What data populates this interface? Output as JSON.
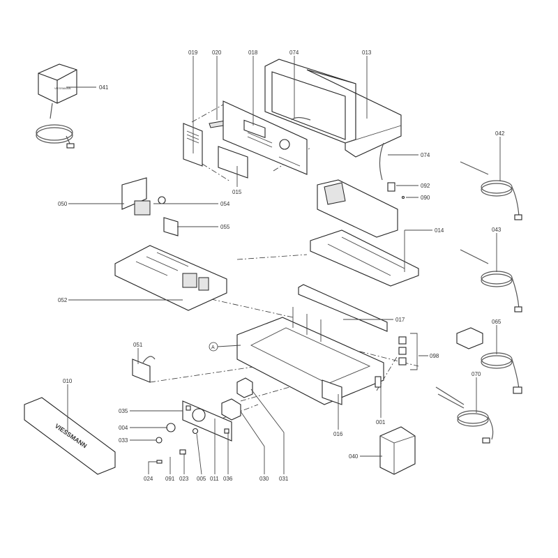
{
  "diagram": {
    "brand": "VIESSMANN",
    "labels": {
      "p041": "041",
      "p019": "019",
      "p020": "020",
      "p018": "018",
      "p074a": "074",
      "p013": "013",
      "p074b": "074",
      "p042": "042",
      "p092": "092",
      "p090": "090",
      "p050": "050",
      "p054": "054",
      "p055": "055",
      "p015": "015",
      "p014": "014",
      "p043": "043",
      "p052": "052",
      "p017": "017",
      "p065": "065",
      "p051": "051",
      "pA": "A",
      "p098": "098",
      "p010": "010",
      "p035": "035",
      "p004": "004",
      "p033": "033",
      "p016": "016",
      "p001": "001",
      "p070": "070",
      "p040": "040",
      "p024": "024",
      "p091": "091",
      "p023": "023",
      "p005": "005",
      "p011": "011",
      "p036": "036",
      "p030": "030",
      "p031": "031"
    }
  }
}
